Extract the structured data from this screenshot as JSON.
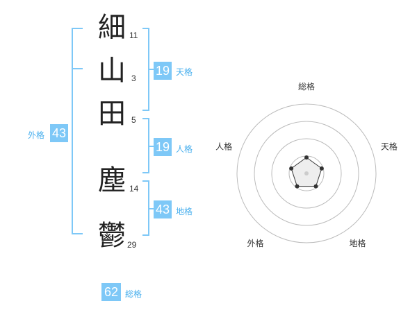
{
  "characters": [
    {
      "char": "細",
      "strokes": "11"
    },
    {
      "char": "山",
      "strokes": "3"
    },
    {
      "char": "田",
      "strokes": "5"
    },
    {
      "char": "塵",
      "strokes": "14"
    },
    {
      "char": "鬱",
      "strokes": "29"
    }
  ],
  "fortunes": {
    "tenkaku": {
      "value": "19",
      "label": "天格"
    },
    "jinkaku": {
      "value": "19",
      "label": "人格"
    },
    "chikaku": {
      "value": "43",
      "label": "地格"
    },
    "gaikaku": {
      "value": "43",
      "label": "外格"
    },
    "soukaku": {
      "value": "62",
      "label": "総格"
    }
  },
  "radar": {
    "axes": [
      "総格",
      "天格",
      "地格",
      "外格",
      "人格"
    ],
    "levels": 4,
    "values": [
      1,
      1,
      1,
      1,
      1
    ],
    "max": 4,
    "colors": {
      "ring": "#bbbbbb",
      "fill": "#eeeeee",
      "line": "#333333",
      "dot": "#333333",
      "center": "#cccccc"
    }
  }
}
